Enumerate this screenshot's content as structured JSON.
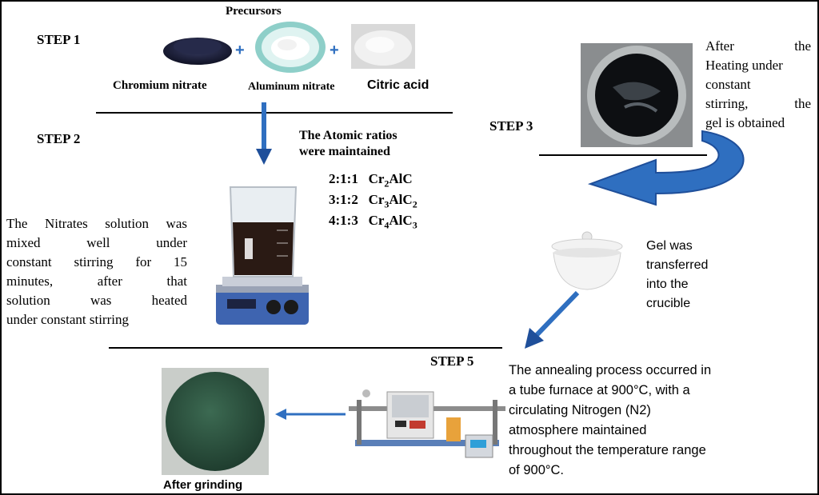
{
  "step1": {
    "label": "STEP 1",
    "precursors_label": "Precursors",
    "chromium_label": "Chromium nitrate",
    "aluminum_label": "Aluminum nitrate",
    "citric_label": "Citric acid"
  },
  "step2": {
    "label": "STEP 2",
    "ratios_heading_line1": "The Atomic ratios",
    "ratios_heading_line2": "were maintained",
    "ratios": [
      {
        "ratio": "2:1:1",
        "formula_base": "Cr",
        "sub1": "2",
        "mid": "AlC",
        "sub2": ""
      },
      {
        "ratio": "3:1:2",
        "formula_base": "Cr",
        "sub1": "3",
        "mid": "AlC",
        "sub2": "2"
      },
      {
        "ratio": "4:1:3",
        "formula_base": "Cr",
        "sub1": "4",
        "mid": "AlC",
        "sub2": "3"
      }
    ],
    "description_lines": [
      "The Nitrates solution was",
      "mixed well under",
      "constant stirring for 15",
      "minutes, after that",
      "solution was heated",
      "under constant stirring"
    ]
  },
  "step3": {
    "label": "STEP 3",
    "description_lines": [
      "After the",
      "Heating under",
      "constant",
      "stirring, the",
      "gel is obtained"
    ]
  },
  "crucible": {
    "description_lines": [
      "Gel was",
      "transferred",
      "into the",
      "crucible"
    ]
  },
  "step5": {
    "label": "STEP 5",
    "description_lines": [
      "The annealing process occurred in",
      "a tube furnace at 900°C, with a",
      "circulating Nitrogen (N2)",
      "atmosphere maintained",
      "throughout the temperature range",
      "of 900°C."
    ],
    "after_grinding_label": "After grinding"
  },
  "colors": {
    "arrow_blue": "#2f6fc0",
    "arrow_dark": "#1f4f9a",
    "text": "#111111"
  }
}
